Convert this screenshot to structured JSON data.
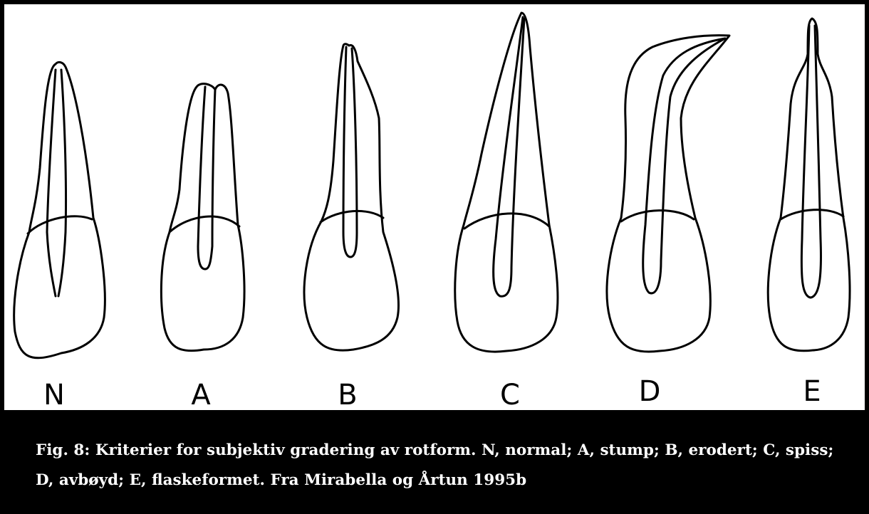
{
  "figure": {
    "teeth": [
      {
        "id": "N",
        "label": "N"
      },
      {
        "id": "A",
        "label": "A"
      },
      {
        "id": "B",
        "label": "B"
      },
      {
        "id": "C",
        "label": "C"
      },
      {
        "id": "D",
        "label": "D"
      },
      {
        "id": "E",
        "label": "E"
      }
    ]
  },
  "caption": {
    "text": "Fig. 8: Kriterier for subjektiv gradering av rotform. N, normal; A, stump; B, erodert; C, spiss; D, avbøyd; E, flaskeformet. Fra Mirabella og Årtun 1995b"
  }
}
